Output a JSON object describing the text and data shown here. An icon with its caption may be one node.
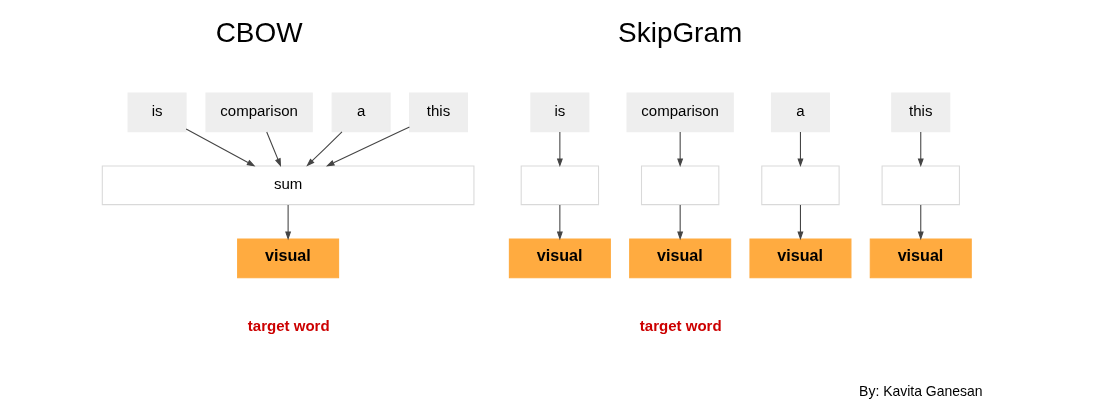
{
  "diagram": {
    "nodes": [
      {
        "text": [
          "is"
        ]
      },
      {
        "text": [
          "comparison"
        ]
      },
      {
        "text": [
          "a"
        ]
      },
      {
        "text": [
          "this"
        ]
      },
      {
        "text": [
          "sum"
        ]
      },
      {
        "text": [
          "visual"
        ],
        "beside": [
          "target word"
        ]
      },
      {
        "text": [
          "is"
        ]
      },
      {
        "text": [
          "comparison"
        ]
      },
      {
        "text": [
          "a"
        ]
      },
      {
        "text": [
          "this"
        ]
      },
      {
        "text": [],
        "shape": "box"
      },
      {
        "text": [],
        "shape": "box"
      },
      {
        "text": [],
        "shape": "box"
      },
      {
        "text": [],
        "shape": "box"
      },
      {
        "text": [
          "visual"
        ]
      },
      {
        "text": [
          "visual"
        ]
      },
      {
        "text": [
          "visual"
        ]
      },
      {
        "text": [
          "visual"
        ]
      }
    ],
    "edges": [
      {
        "from": 0,
        "to": 4,
        "arrow": "to"
      },
      {
        "from": 1,
        "to": 4,
        "arrow": "to"
      },
      {
        "from": 2,
        "to": 4,
        "arrow": "to"
      },
      {
        "from": 3,
        "to": 4,
        "arrow": "to"
      },
      {
        "from": 4,
        "to": 5,
        "arrow": "to"
      },
      {
        "from": 6,
        "to": 10,
        "arrow": "to"
      },
      {
        "from": 7,
        "to": 11,
        "arrow": "to"
      },
      {
        "from": 8,
        "to": 12,
        "arrow": "to"
      },
      {
        "from": 9,
        "to": 13,
        "arrow": "to"
      },
      {
        "from": 10,
        "to": 14,
        "arrow": "to"
      },
      {
        "from": 11,
        "to": 15,
        "arrow": "to"
      },
      {
        "from": 12,
        "to": 16,
        "arrow": "to"
      },
      {
        "from": 13,
        "to": 17,
        "arrow": "to"
      }
    ],
    "labels": [
      "CBOW",
      "SkipGram",
      "target word",
      "By: Kavita Ganesan"
    ]
  }
}
